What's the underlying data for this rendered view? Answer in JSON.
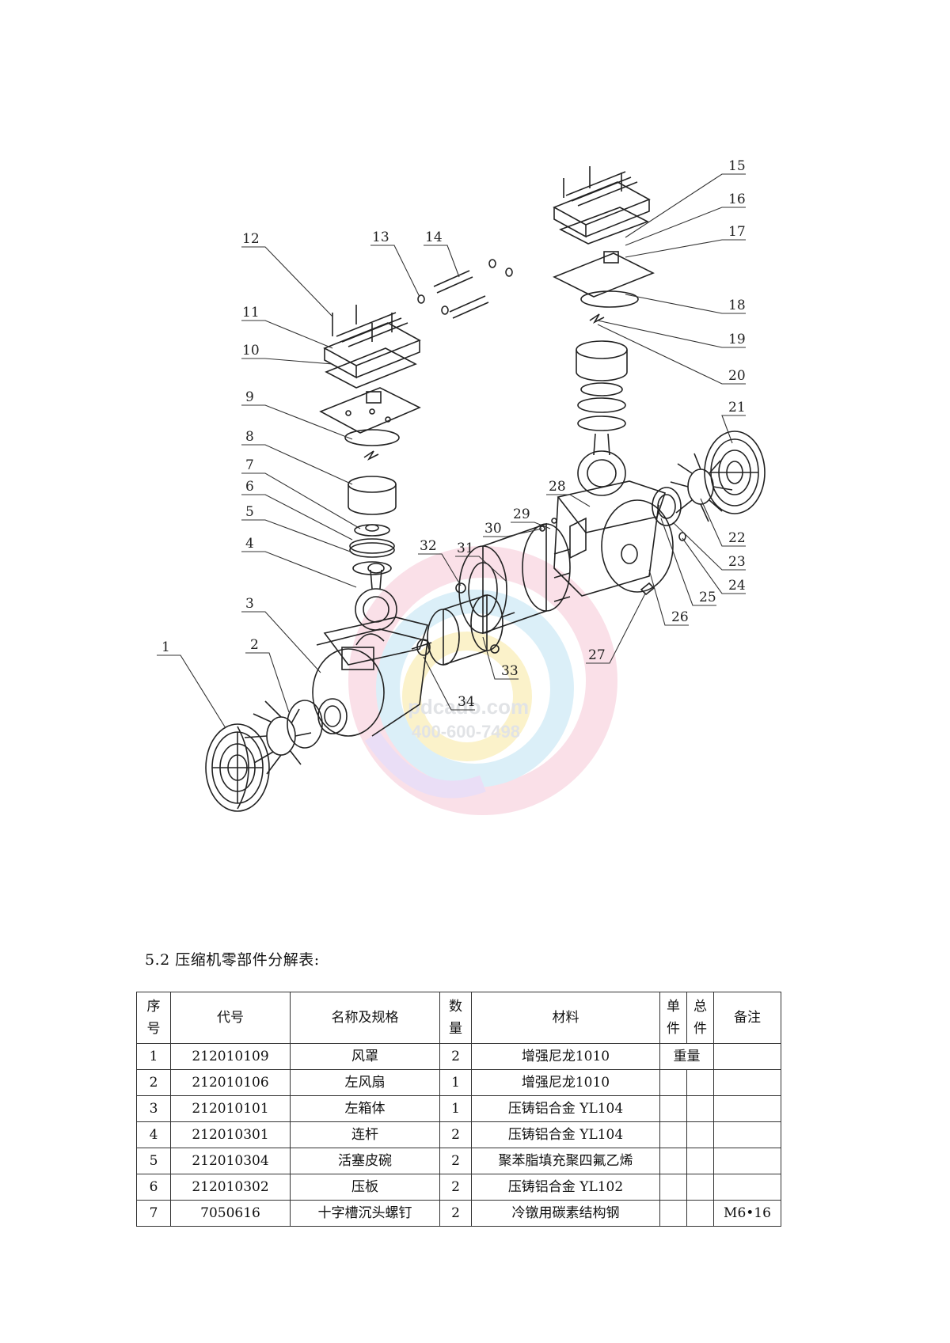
{
  "diagram": {
    "callouts": [
      "1",
      "2",
      "3",
      "4",
      "5",
      "6",
      "7",
      "8",
      "9",
      "10",
      "11",
      "12",
      "13",
      "14",
      "15",
      "16",
      "17",
      "18",
      "19",
      "20",
      "21",
      "22",
      "23",
      "24",
      "25",
      "26",
      "27",
      "28",
      "29",
      "30",
      "31",
      "32",
      "33",
      "34"
    ],
    "watermark": {
      "text": "pdcado.com",
      "phone": "400-600-7498"
    }
  },
  "section_title": "5.2 压缩机零部件分解表:",
  "table": {
    "headers": {
      "no": [
        "序",
        "号"
      ],
      "code": "代号",
      "name": "名称及规格",
      "qty": [
        "数",
        "量"
      ],
      "material": "材料",
      "unit_weight": [
        "单",
        "件"
      ],
      "total_weight": [
        "总",
        "件"
      ],
      "note": "备注"
    },
    "weight_group_label": "重量",
    "rows": [
      {
        "no": "1",
        "code": "212010109",
        "name": "风罩",
        "qty": "2",
        "material": "增强尼龙1010",
        "note": ""
      },
      {
        "no": "2",
        "code": "212010106",
        "name": "左风扇",
        "qty": "1",
        "material": "增强尼龙1010",
        "note": ""
      },
      {
        "no": "3",
        "code": "212010101",
        "name": "左箱体",
        "qty": "1",
        "material": "压铸铝合金 YL104",
        "note": ""
      },
      {
        "no": "4",
        "code": "212010301",
        "name": "连杆",
        "qty": "2",
        "material": "压铸铝合金 YL104",
        "note": ""
      },
      {
        "no": "5",
        "code": "212010304",
        "name": "活塞皮碗",
        "qty": "2",
        "material": "聚苯脂填充聚四氟乙烯",
        "note": ""
      },
      {
        "no": "6",
        "code": "212010302",
        "name": "压板",
        "qty": "2",
        "material": "压铸铝合金 YL102",
        "note": ""
      },
      {
        "no": "7",
        "code": "7050616",
        "name": "十字槽沉头螺钉",
        "qty": "2",
        "material": "冷镦用碳素结构钢",
        "note": "M6•16"
      }
    ]
  }
}
